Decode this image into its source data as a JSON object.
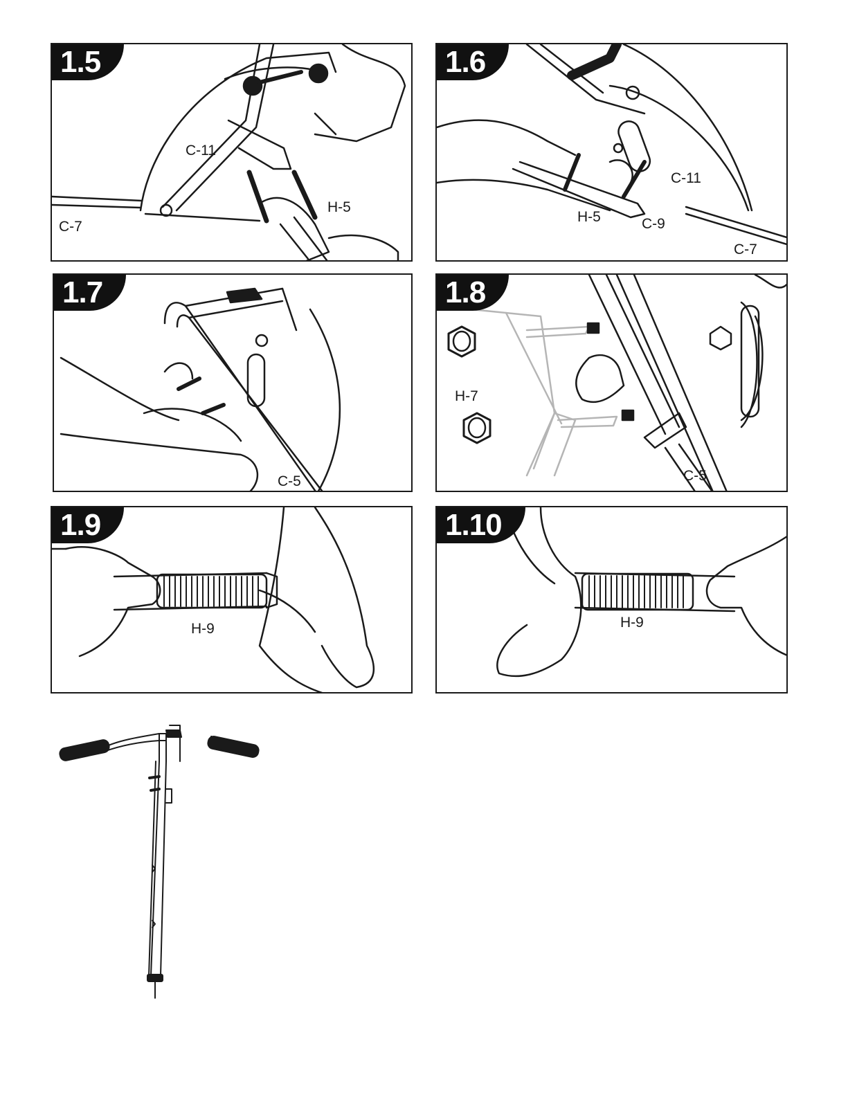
{
  "panels": [
    {
      "step": "1.5",
      "labels": [
        "C-11",
        "H-5",
        "C-7"
      ]
    },
    {
      "step": "1.6",
      "labels": [
        "C-11",
        "H-5",
        "C-9",
        "C-7"
      ]
    },
    {
      "step": "1.7",
      "labels": [
        "C-5"
      ]
    },
    {
      "step": "1.8",
      "labels": [
        "H-7",
        "C-5"
      ]
    },
    {
      "step": "1.9",
      "labels": [
        "H-9"
      ]
    },
    {
      "step": "1.10",
      "labels": [
        "H-9"
      ]
    }
  ],
  "icons": {
    "final_figure": "assembled-handlebar-icon"
  },
  "colors": {
    "ink": "#1a1a1a",
    "tab": "#111111",
    "ghost": "#b5b5b5"
  }
}
